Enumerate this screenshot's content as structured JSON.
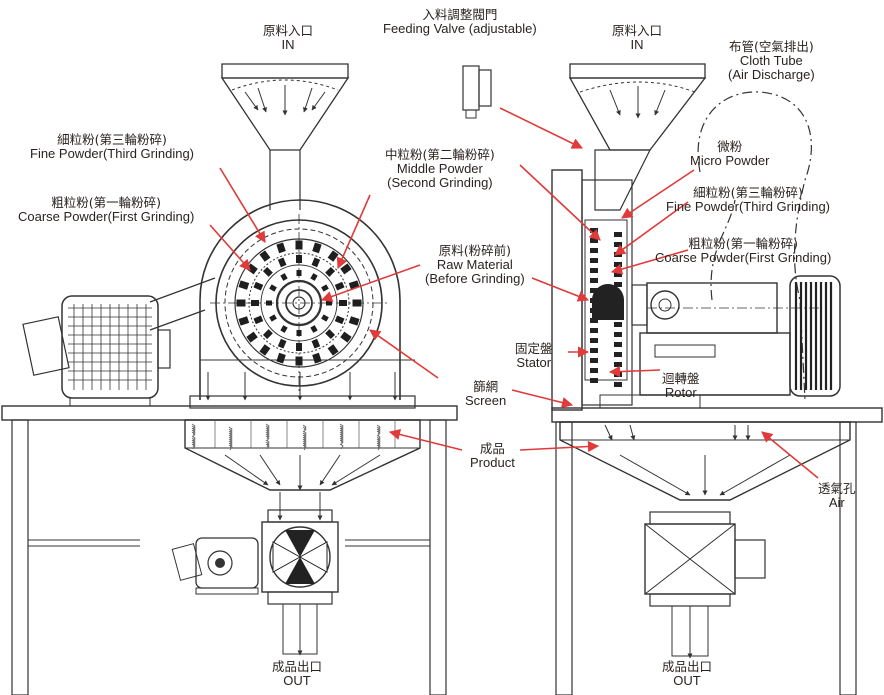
{
  "colors": {
    "arrow": "#e03a3a",
    "line": "#333333",
    "paper": "#ffffff",
    "hatch": "#666666"
  },
  "labels": {
    "inlet_left": {
      "zh": "原料入口",
      "en": "IN"
    },
    "feeding_valve": {
      "zh": "入料調整閥門",
      "en": "Feeding Valve (adjustable)"
    },
    "inlet_right": {
      "zh": "原料入口",
      "en": "IN"
    },
    "cloth_tube": {
      "zh": "布管(空氣排出)",
      "en1": "Cloth Tube",
      "en2": "(Air Discharge)"
    },
    "fine_left": {
      "zh": "細粒粉(第三輪粉碎)",
      "en": "Fine Powder(Third Grinding)"
    },
    "coarse_left": {
      "zh": "粗粒粉(第一輪粉碎)",
      "en": "Coarse Powder(First Grinding)"
    },
    "middle": {
      "zh": "中粒粉(第二輪粉碎)",
      "en1": "Middle Powder",
      "en2": "(Second Grinding)"
    },
    "micro": {
      "zh": "微粉",
      "en": "Micro Powder"
    },
    "fine_right": {
      "zh": "細粒粉(第三輪粉碎)",
      "en": "Fine Powder(Third Grinding)"
    },
    "raw": {
      "zh": "原料(粉碎前)",
      "en1": "Raw Material",
      "en2": "(Before Grinding)"
    },
    "coarse_right": {
      "zh": "粗粒粉(第一輪粉碎)",
      "en": "Coarse Powder(First Grinding)"
    },
    "stator": {
      "zh": "固定盤",
      "en": "Stator"
    },
    "screen": {
      "zh": "篩網",
      "en": "Screen"
    },
    "rotor": {
      "zh": "迴轉盤",
      "en": "Rotor"
    },
    "product": {
      "zh": "成品",
      "en": "Product"
    },
    "air": {
      "zh": "透氣孔",
      "en": "Air"
    },
    "out_left": {
      "zh": "成品出口",
      "en": "OUT"
    },
    "out_right": {
      "zh": "成品出口",
      "en": "OUT"
    }
  }
}
